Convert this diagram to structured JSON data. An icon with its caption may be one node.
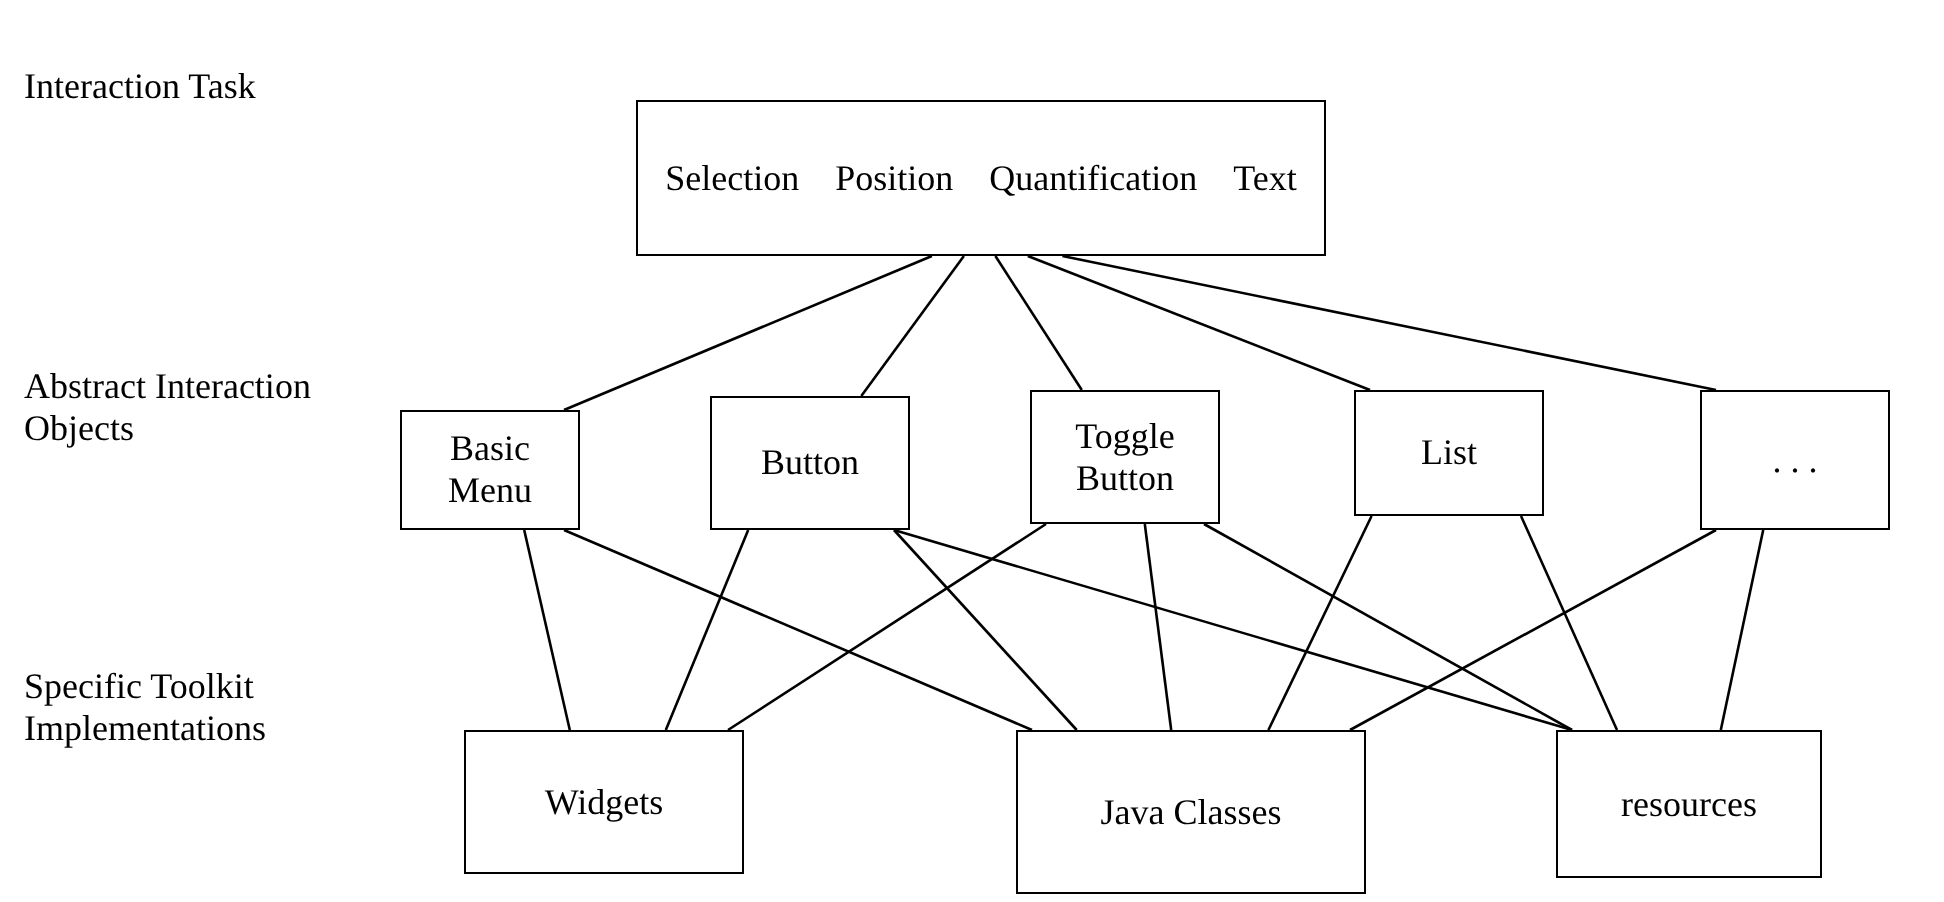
{
  "diagram": {
    "nodes": [
      {
        "text": [
          "Selection",
          "Position",
          "Quantification",
          "Text"
        ]
      },
      {
        "text": [
          "Basic Menu"
        ]
      },
      {
        "text": [
          "Button"
        ]
      },
      {
        "text": [
          "Toggle Button"
        ]
      },
      {
        "text": [
          "List"
        ]
      },
      {
        "text": [
          ". . ."
        ]
      },
      {
        "text": [
          "Widgets"
        ]
      },
      {
        "text": [
          "Java Classes"
        ]
      },
      {
        "text": [
          "resources"
        ]
      }
    ],
    "edges": [
      {
        "from": 0,
        "to": 1,
        "arrow": "none"
      },
      {
        "from": 0,
        "to": 2,
        "arrow": "none"
      },
      {
        "from": 0,
        "to": 3,
        "arrow": "none"
      },
      {
        "from": 0,
        "to": 4,
        "arrow": "none"
      },
      {
        "from": 0,
        "to": 5,
        "arrow": "none"
      },
      {
        "from": 1,
        "to": 6,
        "arrow": "none"
      },
      {
        "from": 1,
        "to": 7,
        "arrow": "none"
      },
      {
        "from": 2,
        "to": 6,
        "arrow": "none"
      },
      {
        "from": 2,
        "to": 7,
        "arrow": "none"
      },
      {
        "from": 2,
        "to": 8,
        "arrow": "none"
      },
      {
        "from": 3,
        "to": 6,
        "arrow": "none"
      },
      {
        "from": 3,
        "to": 7,
        "arrow": "none"
      },
      {
        "from": 3,
        "to": 8,
        "arrow": "none"
      },
      {
        "from": 4,
        "to": 7,
        "arrow": "none"
      },
      {
        "from": 4,
        "to": 8,
        "arrow": "none"
      },
      {
        "from": 5,
        "to": 7,
        "arrow": "none"
      },
      {
        "from": 5,
        "to": 8,
        "arrow": "none"
      }
    ],
    "labels": [
      "Interaction Task",
      "Abstract Interaction Objects",
      "Specific Toolkit Implementations"
    ]
  }
}
